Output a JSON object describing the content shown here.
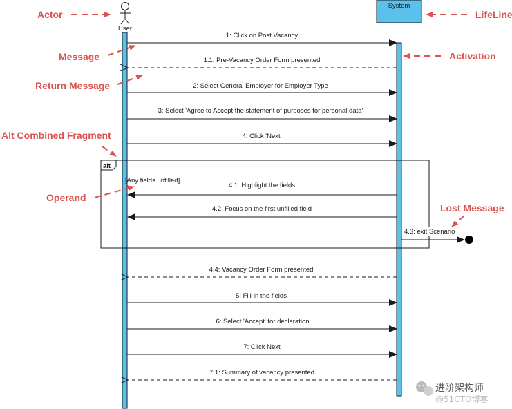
{
  "actor": {
    "label": "User"
  },
  "system": {
    "label": "System"
  },
  "messages": [
    {
      "id": "m1",
      "text": "1: Click on Post Vacancy"
    },
    {
      "id": "m1_1",
      "text": "1.1: Pre-Vacancy Order Form presented"
    },
    {
      "id": "m2",
      "text": "2: Select General Employer for Employer Type"
    },
    {
      "id": "m3",
      "text": "3: Select 'Agree to Accept the statement of purposes for personal data'"
    },
    {
      "id": "m4",
      "text": "4: Click 'Next'"
    },
    {
      "id": "m4_1",
      "text": "4.1: Highlight the fields"
    },
    {
      "id": "m4_2",
      "text": "4.2: Focus on the first unfilled field"
    },
    {
      "id": "m4_3",
      "text": "4.3: exit Scenario"
    },
    {
      "id": "m4_4",
      "text": "4.4: Vacancy Order Form presented"
    },
    {
      "id": "m5",
      "text": "5: Fill-in the fields"
    },
    {
      "id": "m6",
      "text": "6: Select 'Accept' for declaration"
    },
    {
      "id": "m7",
      "text": "7: Click Next"
    },
    {
      "id": "m7_1",
      "text": "7.1: Summary of vacancy presented"
    }
  ],
  "fragment": {
    "tag": "alt",
    "guard": "[Any fields unfilled]"
  },
  "callouts": {
    "actor": "Actor",
    "lifeline": "LifeLine",
    "message": "Message",
    "activation": "Activation",
    "return_message": "Return Message",
    "alt_fragment": "Alt Combined Fragment",
    "operand": "Operand",
    "lost_message": "Lost Message"
  },
  "watermark": {
    "brand": "进阶架构师",
    "site": "@51CTO博客"
  },
  "colors": {
    "activation": "#5bc0eb",
    "callout": "#d9534f",
    "line": "#1a1a1a"
  }
}
